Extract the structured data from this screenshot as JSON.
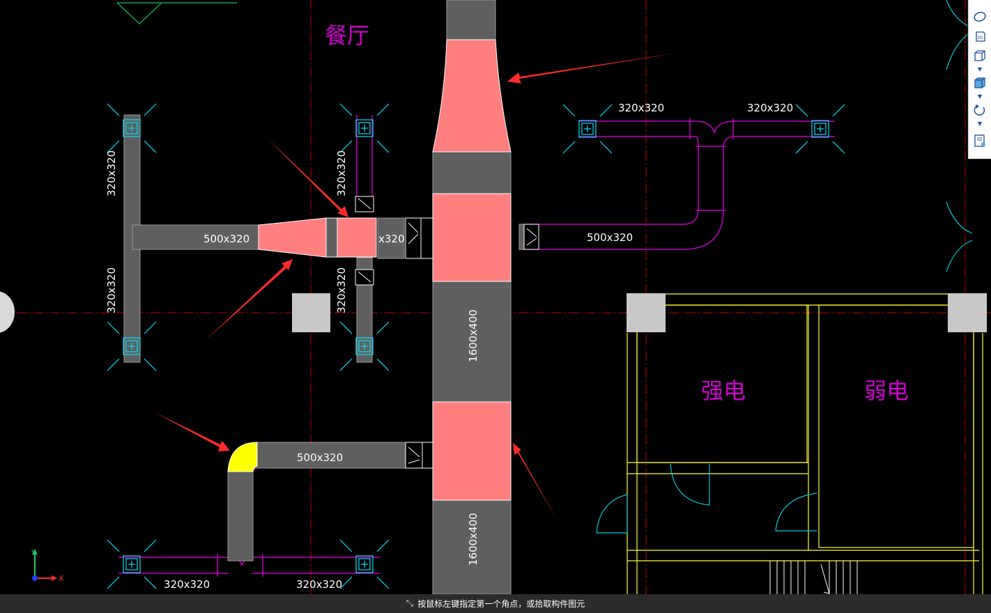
{
  "rooms": {
    "dining": "餐厅",
    "strong_power": "强电",
    "weak_power": "弱电"
  },
  "ducts": {
    "branch_320": "320x320",
    "branch_500": "500x320",
    "main_1600": "1600x400",
    "partial_320": "x320"
  },
  "axis": {
    "x": "X",
    "y": "Y"
  },
  "status": {
    "prompt": "按鼠标左键指定第一个角点，或拾取构件图元"
  },
  "toolbar": {
    "icons": [
      "cloud-view-icon",
      "3d-view-icon",
      "box-view-icon",
      "solid-box-icon",
      "rotate-icon",
      "properties-icon"
    ]
  },
  "colors": {
    "background": "#000000",
    "duct_gray": "#5f5f5f",
    "highlight_pink": "#ff7f7f",
    "highlight_yellow": "#ffff00",
    "arrow_red": "#ff2a2a",
    "grid_red": "#cc0000",
    "wall_yellow": "#ffff33",
    "pipe_magenta": "#c000c0",
    "diffuser_cyan": "#00e5ff",
    "door_cyan": "#00c8d7"
  }
}
